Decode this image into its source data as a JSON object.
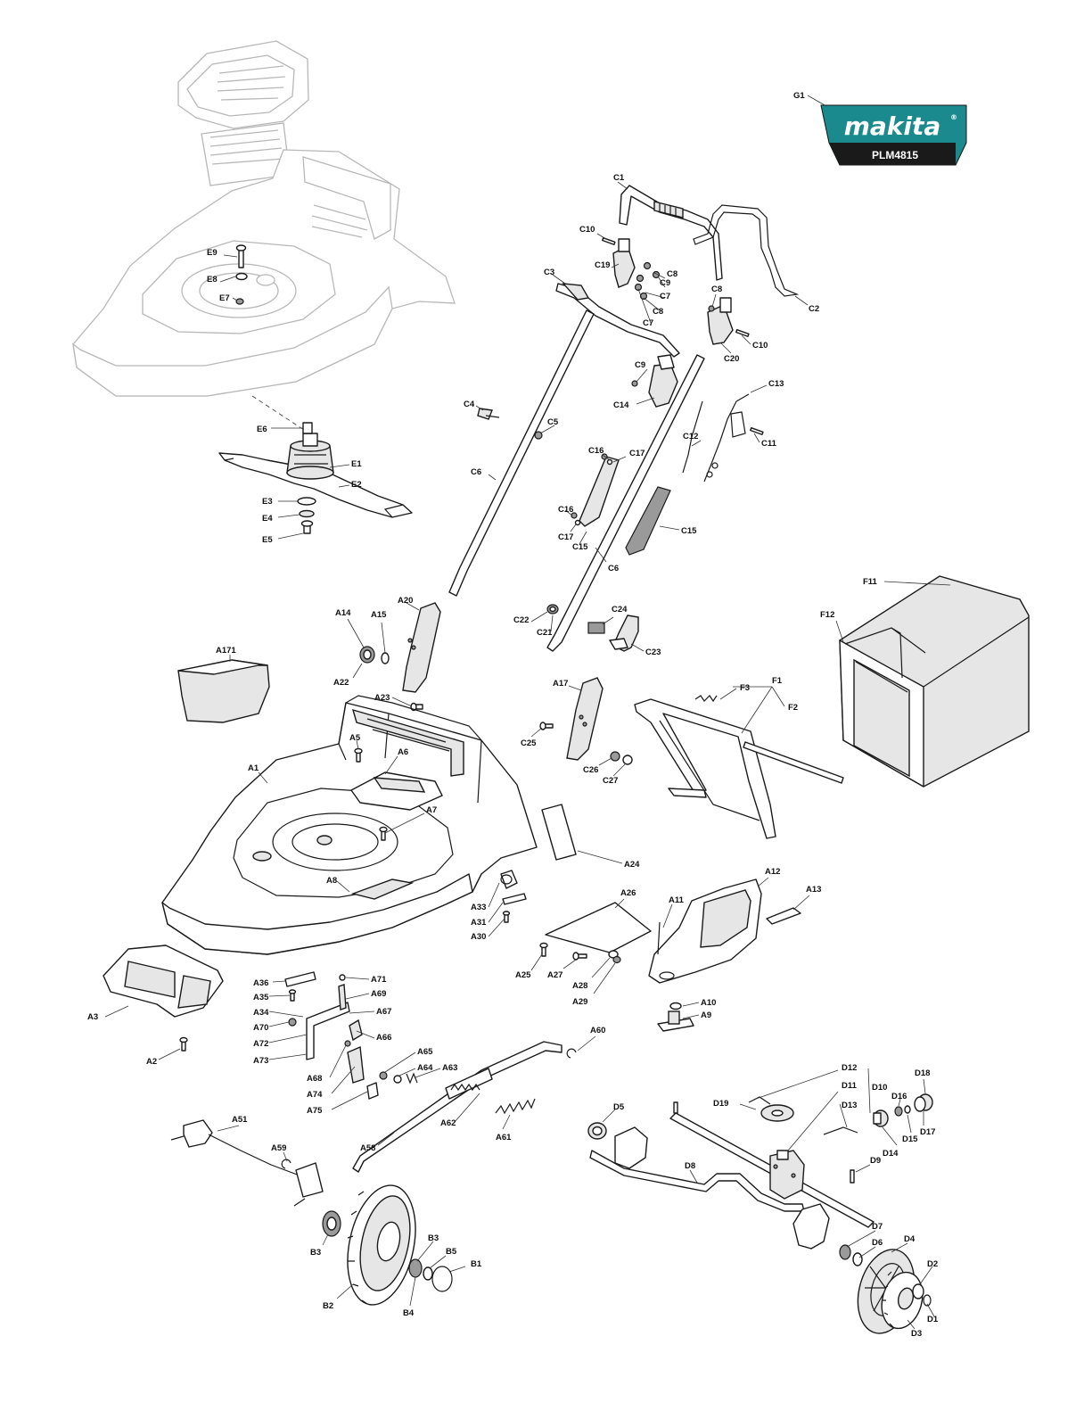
{
  "brand": {
    "name": "makita",
    "registered": "®",
    "model": "PLM4815",
    "primary_color": "#1b8a8f",
    "secondary_color": "#1a1a1a"
  },
  "callouts": {
    "G1": "G1",
    "C1": "C1",
    "C2": "C2",
    "C3": "C3",
    "C4": "C4",
    "C5": "C5",
    "C6": "C6",
    "C6b": "C6",
    "C7": "C7",
    "C7b": "C7",
    "C8": "C8",
    "C8b": "C8",
    "C8c": "C8",
    "C9": "C9",
    "C9b": "C9",
    "C10": "C10",
    "C10b": "C10",
    "C11": "C11",
    "C12": "C12",
    "C13": "C13",
    "C14": "C14",
    "C15": "C15",
    "C15b": "C15",
    "C16": "C16",
    "C16b": "C16",
    "C17": "C17",
    "C17b": "C17",
    "C19": "C19",
    "C20": "C20",
    "C21": "C21",
    "C22": "C22",
    "C23": "C23",
    "C24": "C24",
    "C25": "C25",
    "C26": "C26",
    "C27": "C27",
    "E1": "E1",
    "E2": "E2",
    "E3": "E3",
    "E4": "E4",
    "E5": "E5",
    "E6": "E6",
    "E7": "E7",
    "E8": "E8",
    "E9": "E9",
    "A1": "A1",
    "A2": "A2",
    "A3": "A3",
    "A5": "A5",
    "A6": "A6",
    "A7": "A7",
    "A8": "A8",
    "A9": "A9",
    "A10": "A10",
    "A11": "A11",
    "A12": "A12",
    "A13": "A13",
    "A14": "A14",
    "A15": "A15",
    "A17": "A17",
    "A20": "A20",
    "A22": "A22",
    "A23": "A23",
    "A24": "A24",
    "A25": "A25",
    "A26": "A26",
    "A27": "A27",
    "A28": "A28",
    "A29": "A29",
    "A30": "A30",
    "A31": "A31",
    "A33": "A33",
    "A34": "A34",
    "A35": "A35",
    "A36": "A36",
    "A51": "A51",
    "A58": "A58",
    "A59": "A59",
    "A60": "A60",
    "A61": "A61",
    "A62": "A62",
    "A63": "A63",
    "A64": "A64",
    "A65": "A65",
    "A66": "A66",
    "A67": "A67",
    "A68": "A68",
    "A69": "A69",
    "A70": "A70",
    "A71": "A71",
    "A72": "A72",
    "A73": "A73",
    "A74": "A74",
    "A75": "A75",
    "A171": "A171",
    "F1": "F1",
    "F2": "F2",
    "F3": "F3",
    "F11": "F11",
    "F12": "F12",
    "B1": "B1",
    "B2": "B2",
    "B3": "B3",
    "B3b": "B3",
    "B4": "B4",
    "B5": "B5",
    "D1": "D1",
    "D2": "D2",
    "D3": "D3",
    "D4": "D4",
    "D5": "D5",
    "D6": "D6",
    "D7": "D7",
    "D8": "D8",
    "D9": "D9",
    "D10": "D10",
    "D11": "D11",
    "D12": "D12",
    "D13": "D13",
    "D14": "D14",
    "D15": "D15",
    "D16": "D16",
    "D17": "D17",
    "D18": "D18",
    "D19": "D19"
  }
}
